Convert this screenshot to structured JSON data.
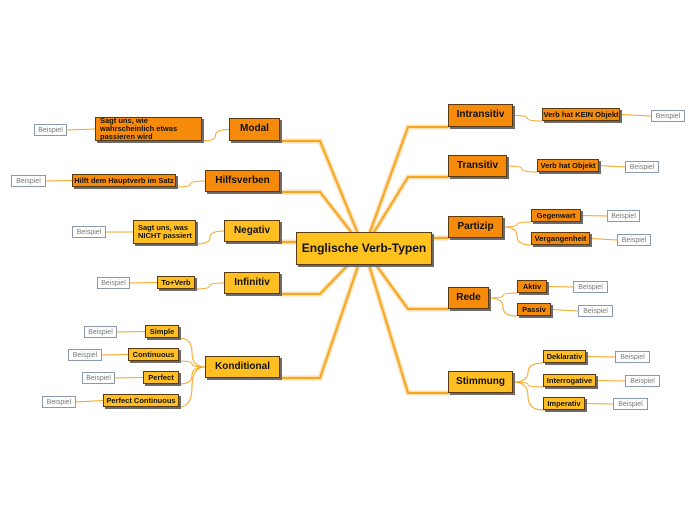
{
  "root": {
    "label": "Englische Verb-Typen"
  },
  "left": [
    {
      "label": "Modal",
      "sub": [
        "Sagt uns, wie wahrscheinlich etwas passieren wird"
      ]
    },
    {
      "label": "Hilfsverben",
      "sub": [
        "Hilft dem Hauptverb im Satz"
      ]
    },
    {
      "label": "Negativ",
      "sub": [
        "Sagt uns, was NICHT passiert"
      ]
    },
    {
      "label": "Infinitiv",
      "sub": [
        "To+Verb"
      ]
    },
    {
      "label": "Konditional",
      "sub": [
        "Simple",
        "Continuous",
        "Perfect",
        "Perfect Continuous"
      ]
    }
  ],
  "right": [
    {
      "label": "Intransitiv",
      "sub": [
        "Verb hat KEIN Objekt"
      ]
    },
    {
      "label": "Transitiv",
      "sub": [
        "Verb hat Objekt"
      ]
    },
    {
      "label": "Partizip",
      "sub": [
        "Gegenwart",
        "Vergangenheit"
      ]
    },
    {
      "label": "Rede",
      "sub": [
        "Aktiv",
        "Passiv"
      ]
    },
    {
      "label": "Stimmung",
      "sub": [
        "Deklarativ",
        "Interrogative",
        "Imperativ"
      ]
    }
  ],
  "example_label": "Beispiel",
  "colors": {
    "dark_orange": "#f58a0b",
    "light_orange": "#ffbf23",
    "root": "#ffc21e",
    "connector": "#f5a623"
  }
}
